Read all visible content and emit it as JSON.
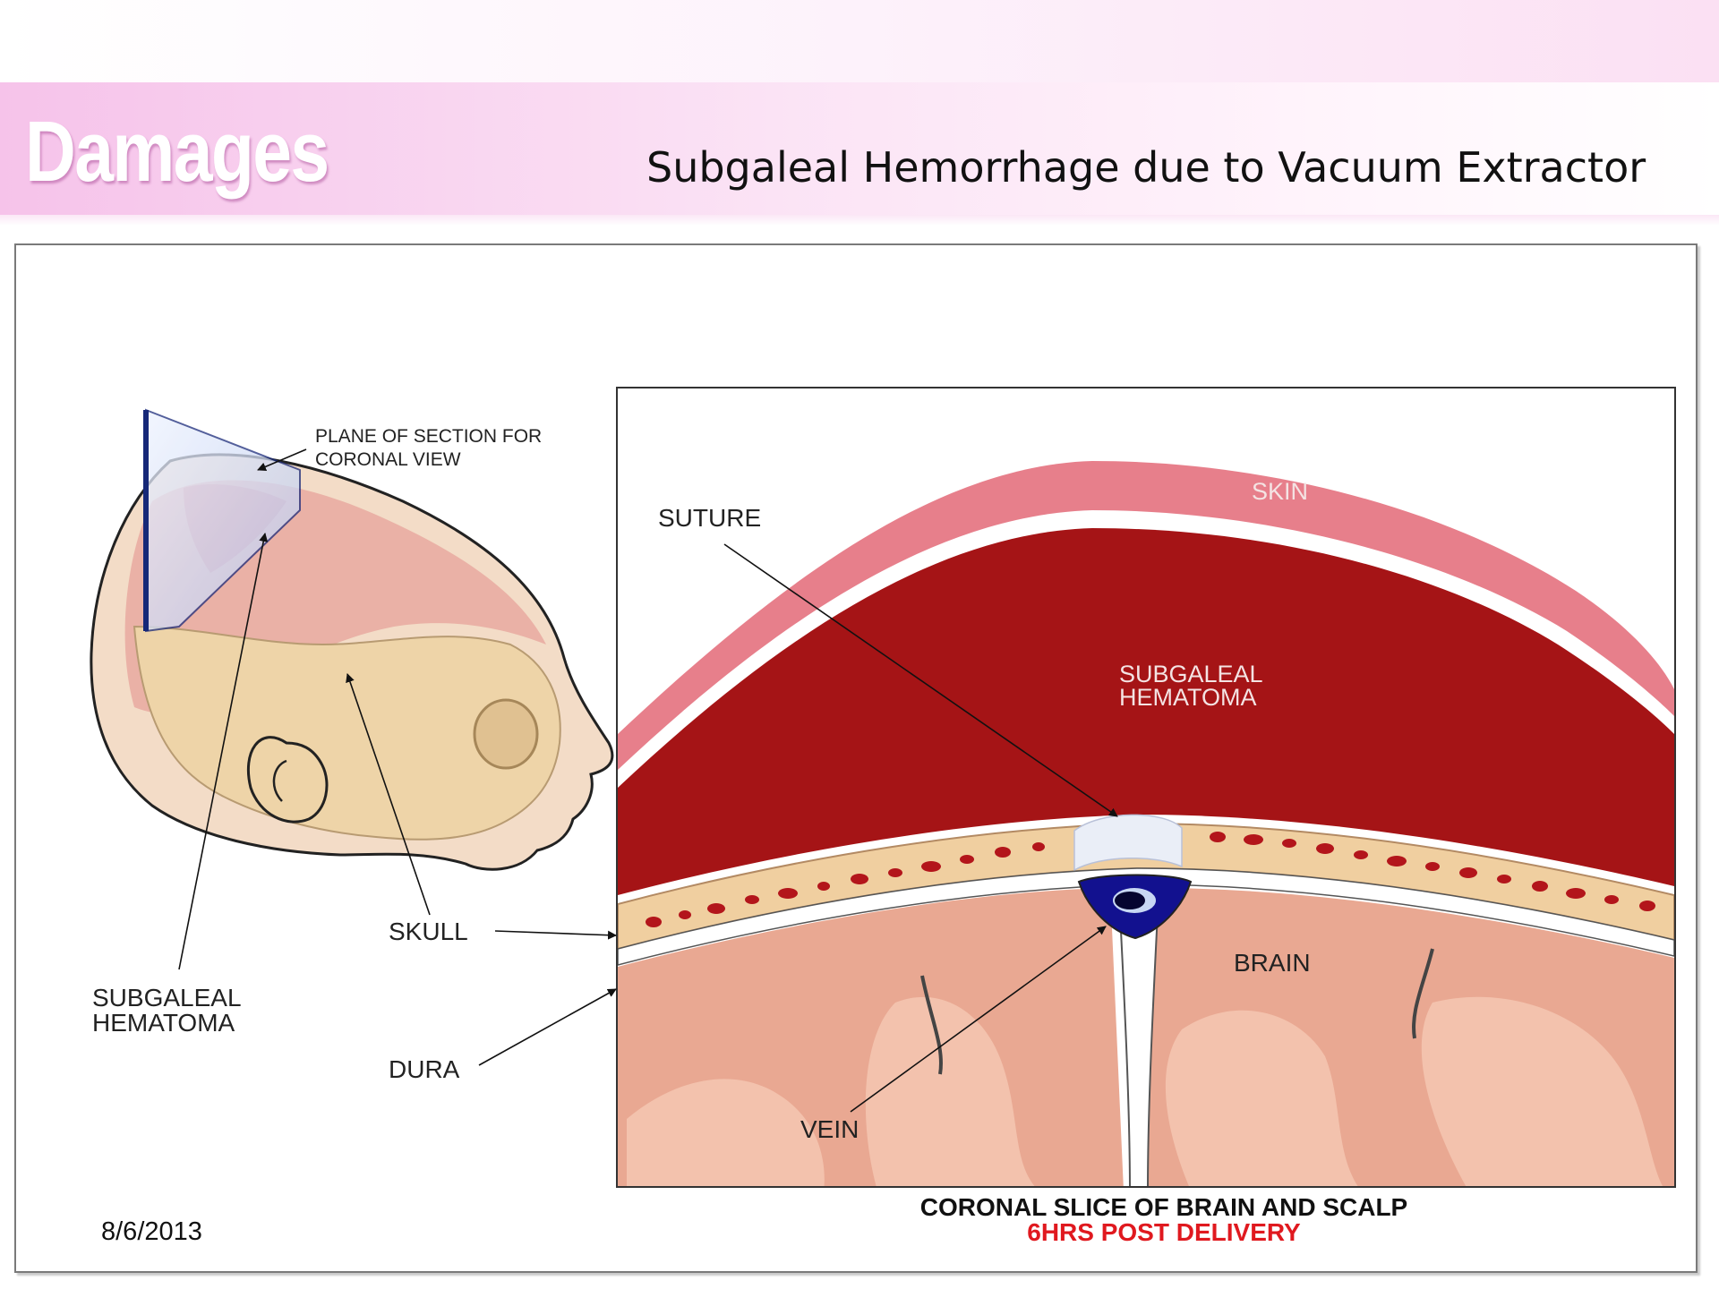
{
  "slide": {
    "section_title": "Damages",
    "title": "Subgaleal Hemorrhage due to Vacuum Extractor",
    "date": "8/6/2013"
  },
  "figure": {
    "labels": {
      "plane_line1": "PLANE OF SECTION FOR",
      "plane_line2": "CORONAL VIEW",
      "suture": "SUTURE",
      "skin": "SKIN",
      "hematoma_center_line1": "SUBGALEAL",
      "hematoma_center_line2": "HEMATOMA",
      "skull": "SKULL",
      "brain": "BRAIN",
      "hematoma_left_line1": "SUBGALEAL",
      "hematoma_left_line2": "HEMATOMA",
      "dura": "DURA",
      "vein": "VEIN"
    },
    "caption_line1": "CORONAL SLICE OF BRAIN AND SCALP",
    "caption_line2": "6HRS POST DELIVERY"
  },
  "colors": {
    "header_pink": "#f6c3ea",
    "hematoma_red": "#a51416",
    "skin_pink": "#e8808a",
    "brain_pink": "#e9a892",
    "vein_blue": "#12118f",
    "caption_red": "#e0191f"
  }
}
